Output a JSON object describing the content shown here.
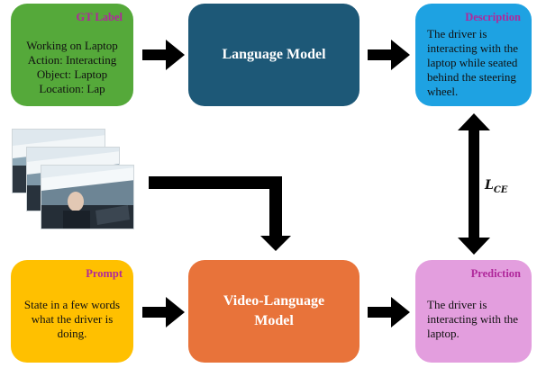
{
  "gt_label": {
    "title": "GT Label",
    "lines": [
      "Working on Laptop",
      "Action: Interacting",
      "Object: Laptop",
      "Location: Lap"
    ]
  },
  "language_model": {
    "label": "Language Model"
  },
  "description": {
    "title": "Description",
    "text": "The driver is interacting with the laptop while seated behind the steering wheel."
  },
  "prompt": {
    "title": "Prompt",
    "text": "State in a few words what the driver is doing."
  },
  "video_language_model": {
    "line1": "Video-Language",
    "line2": "Model"
  },
  "prediction": {
    "title": "Prediction",
    "text": "The driver is interacting with the laptop."
  },
  "loss": {
    "symbol": "L",
    "subscript": "CE"
  },
  "colors": {
    "gt_label_bg": "#55a93a",
    "language_model_bg": "#1d5877",
    "description_bg": "#1ea2e2",
    "prompt_bg": "#ffc000",
    "vlm_bg": "#e8733a",
    "prediction_bg": "#e39ede",
    "title_accent": "#b0289b"
  },
  "icons": [
    "video-frames-image",
    "flow-arrow",
    "double-headed-arrow"
  ]
}
